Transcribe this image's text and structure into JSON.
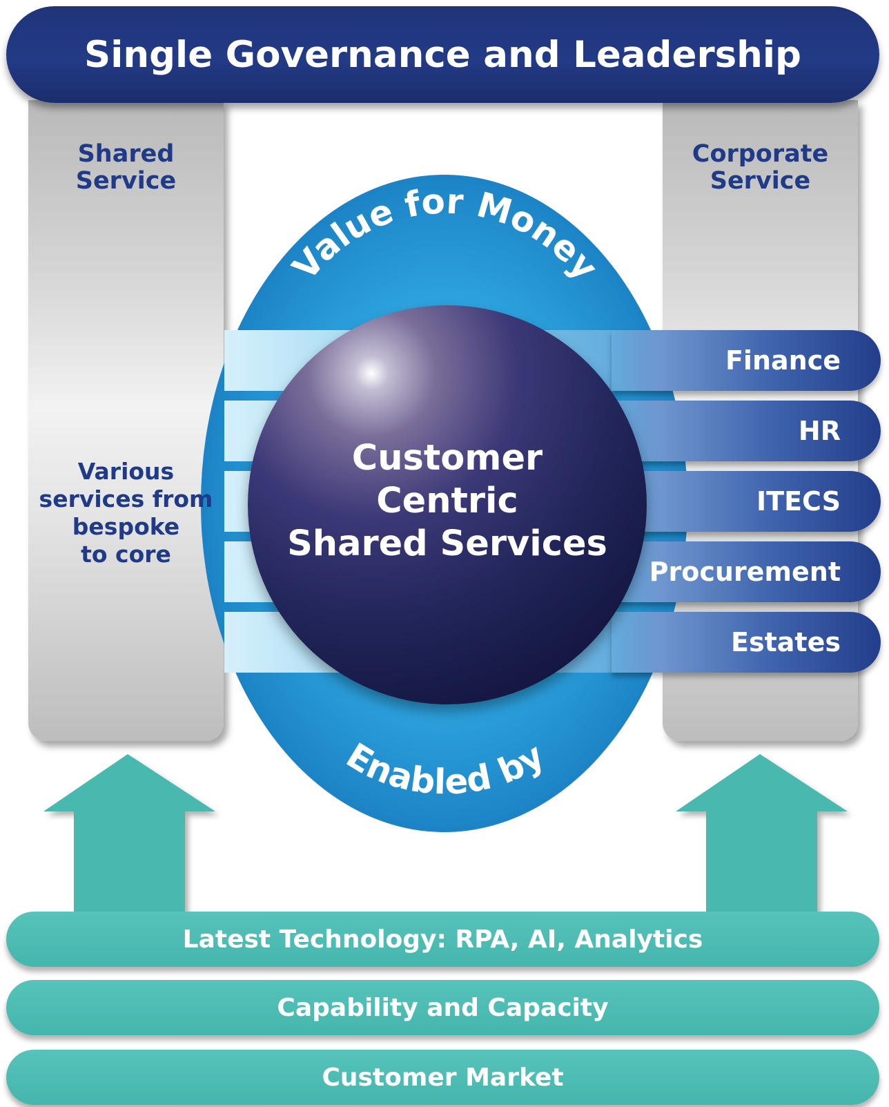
{
  "title": "Single Governance and Leadership",
  "pillars": {
    "left": {
      "title_line1": "Shared",
      "title_line2": "Service",
      "body": [
        "Various",
        "services from",
        "bespoke",
        "to core"
      ]
    },
    "right": {
      "title_line1": "Corporate",
      "title_line2": "Service"
    }
  },
  "ring": {
    "top_text": "Value for Money",
    "bottom_text": "Enabled by"
  },
  "sphere": {
    "lines": [
      "Customer",
      "Centric",
      "Shared Services"
    ]
  },
  "departments": [
    "Finance",
    "HR",
    "ITECS",
    "Procurement",
    "Estates"
  ],
  "foundation": [
    "Latest Technology: RPA, AI, Analytics",
    "Capability and Capacity",
    "Customer Market"
  ],
  "colors": {
    "navy": "#233a86",
    "teal": "#4ab8af",
    "blue": "#2ea4df",
    "sphere": "#212559",
    "pillar": "#d4d4d4"
  }
}
